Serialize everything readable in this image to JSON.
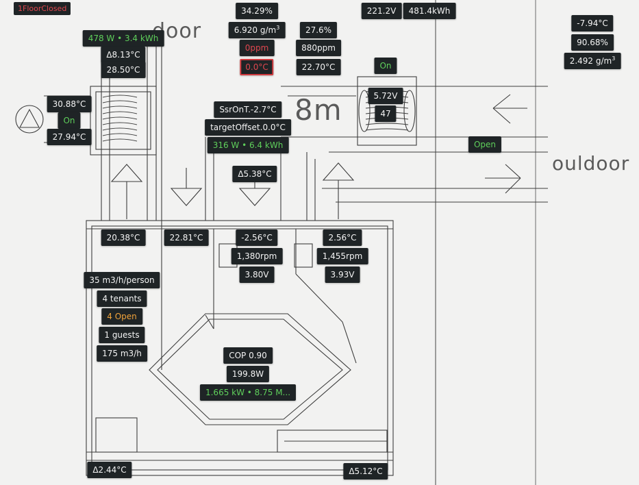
{
  "status": {
    "floor": "1FloorClosed"
  },
  "labels": {
    "indoor_partial": "door",
    "distance": "8m",
    "outdoor": "ouldoor"
  },
  "room": {
    "humidity": "34.29%",
    "abs_humidity": "6.920 g/m",
    "co2": "0ppm",
    "temp_alarm": "0.0°C"
  },
  "zone2": {
    "humidity": "27.6%",
    "co2": "880ppm",
    "temp": "22.70°C"
  },
  "power": {
    "voltage": "221.2V",
    "energy": "481.4kWh"
  },
  "outdoor_sensor": {
    "temp": "-7.94°C",
    "humidity": "90.68%",
    "abs_humidity": "2.492 g/m"
  },
  "heater": {
    "power": "478 W • 3.4 kWh",
    "delta": "Δ8.13°C",
    "temp": "28.50°C"
  },
  "pump": {
    "temp_in": "30.88°C",
    "state": "On",
    "temp_out": "27.94°C"
  },
  "control": {
    "ssr": "SsrOnT.-2.7°C",
    "target": "targetOffset.0.0°C",
    "power": "316 W • 6.4 kWh",
    "delta": "Δ5.38°C"
  },
  "coil2": {
    "state": "On",
    "voltage": "5.72V",
    "value": "47"
  },
  "damper": {
    "state": "Open"
  },
  "temps": {
    "supply_left": "20.38°C",
    "supply_mid": "22.81°C"
  },
  "fan1": {
    "temp": "-2.56°C",
    "rpm": "1,380rpm",
    "voltage": "3.80V"
  },
  "fan2": {
    "temp": "2.56°C",
    "rpm": "1,455rpm",
    "voltage": "3.93V"
  },
  "occupancy": {
    "rate": "35 m3/h/person",
    "tenants": "4 tenants",
    "open": "4 Open",
    "guests": "1 guests",
    "flow": "175 m3/h"
  },
  "hrv": {
    "cop": "COP 0.90",
    "power": "199.8W",
    "energy": "1.665 kW • 8.75 M..."
  },
  "bottom": {
    "delta_left": "Δ2.44°C",
    "delta_right": "Δ5.12°C"
  },
  "colors": {
    "chip_bg": "#1f2426",
    "good": "#5fcf5b",
    "alarm": "#e0474f",
    "warn": "#f0a23a"
  }
}
